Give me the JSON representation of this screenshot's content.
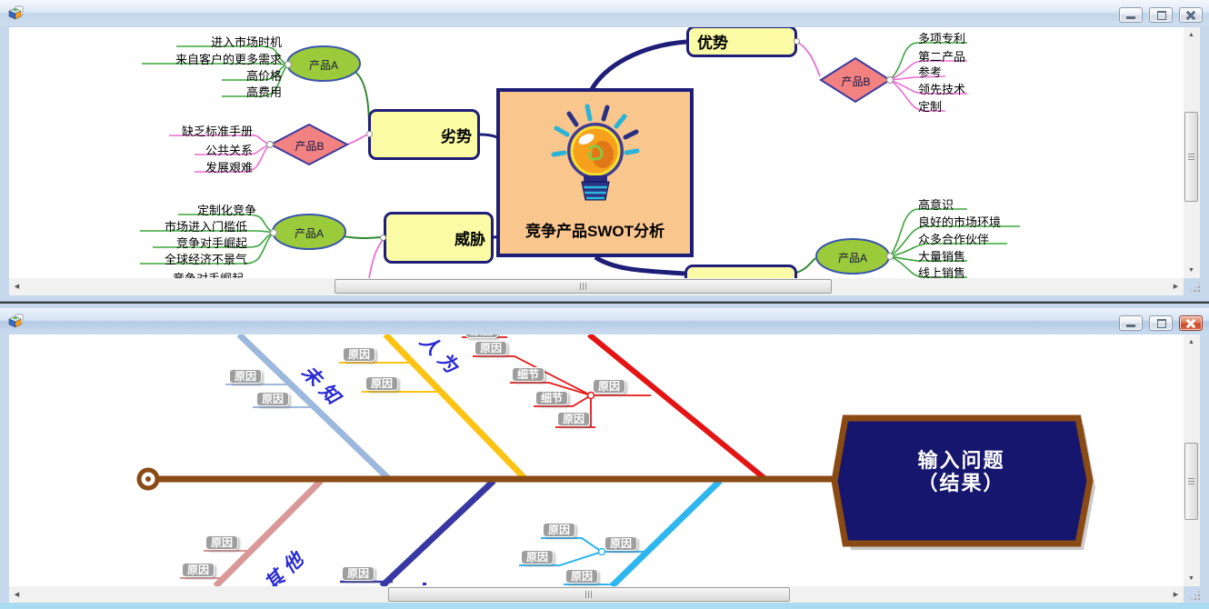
{
  "window1": {
    "map": {
      "center_title": "竞争产品SWOT分析",
      "strength": "优势",
      "weakness": "劣势",
      "threat": "威胁",
      "product_a": "产品A",
      "product_b": "产品B",
      "opp_items": [
        "进入市场时机",
        "来自客户的更多需求",
        "高价格",
        "高费用"
      ],
      "weak_items": [
        "缺乏标准手册",
        "公共关系",
        "发展艰难"
      ],
      "threat_items": [
        "定制化竞争",
        "市场进入门槛低",
        "竞争对手崛起",
        "全球经济不景气"
      ],
      "threat_partial": "竞争对手崛起",
      "strength_items": [
        "多项专利",
        "第二产品",
        "参考",
        "领先技术",
        "定制"
      ],
      "opportunity_items": [
        "高意识",
        "良好的市场环境",
        "众多合作伙伴",
        "大量销售",
        "线上销售"
      ]
    }
  },
  "window2": {
    "fishbone": {
      "head": {
        "line1": "输入问题",
        "line2": "（结果）"
      },
      "labels": {
        "unknown": "未知",
        "human": "人为",
        "other": "其他"
      },
      "tags": {
        "cause": "原因",
        "detail": "细节"
      }
    }
  },
  "colors": {
    "spine_brown": "#8a4a14",
    "head_navy": "#16166e",
    "bone_blue": "#9cb8dc",
    "bone_yellow": "#fdc314",
    "bone_red": "#e51414",
    "bone_pink": "#d89898",
    "bone_darkblue": "#3838a2",
    "bone_cyan": "#2eb6ee",
    "center_fill": "#f9c68e",
    "topic_yellow": "#fbfba5",
    "ellipse_green": "#9bcb3b",
    "diamond_pink": "#f28282",
    "border_navy": "#1e1e78"
  }
}
